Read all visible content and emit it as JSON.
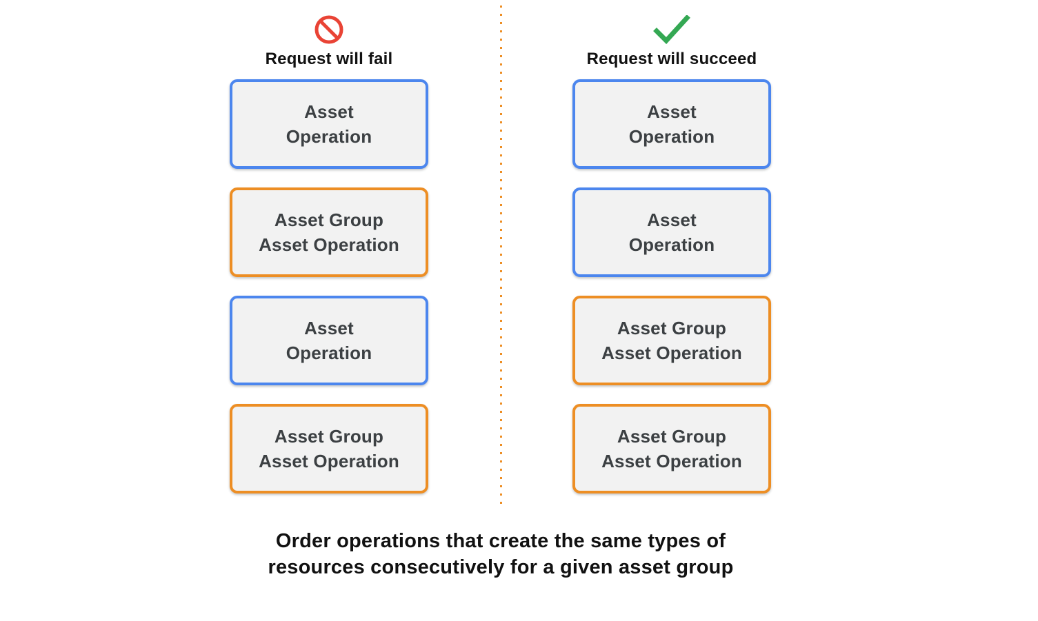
{
  "diagram": {
    "columns": [
      {
        "title": "Request will fail",
        "icon": "prohibition-icon",
        "boxes": [
          {
            "line1": "Asset",
            "line2": "Operation",
            "variant": "asset"
          },
          {
            "line1": "Asset Group",
            "line2": "Asset Operation",
            "variant": "asset-group"
          },
          {
            "line1": "Asset",
            "line2": "Operation",
            "variant": "asset"
          },
          {
            "line1": "Asset Group",
            "line2": "Asset Operation",
            "variant": "asset-group"
          }
        ]
      },
      {
        "title": "Request will succeed",
        "icon": "checkmark-icon",
        "boxes": [
          {
            "line1": "Asset",
            "line2": "Operation",
            "variant": "asset"
          },
          {
            "line1": "Asset",
            "line2": "Operation",
            "variant": "asset"
          },
          {
            "line1": "Asset Group",
            "line2": "Asset Operation",
            "variant": "asset-group"
          },
          {
            "line1": "Asset Group",
            "line2": "Asset Operation",
            "variant": "asset-group"
          }
        ]
      }
    ],
    "caption": {
      "line1": "Order operations that create the same types of",
      "line2": "resources consecutively for a given asset group"
    },
    "colors": {
      "asset_border": "#4c86ee",
      "asset_group_border": "#ed8e24",
      "fail_icon": "#e94335",
      "succeed_icon": "#34a853",
      "box_fill": "#f2f2f2",
      "box_text": "#3c4043",
      "divider": "#ed8e24"
    }
  }
}
